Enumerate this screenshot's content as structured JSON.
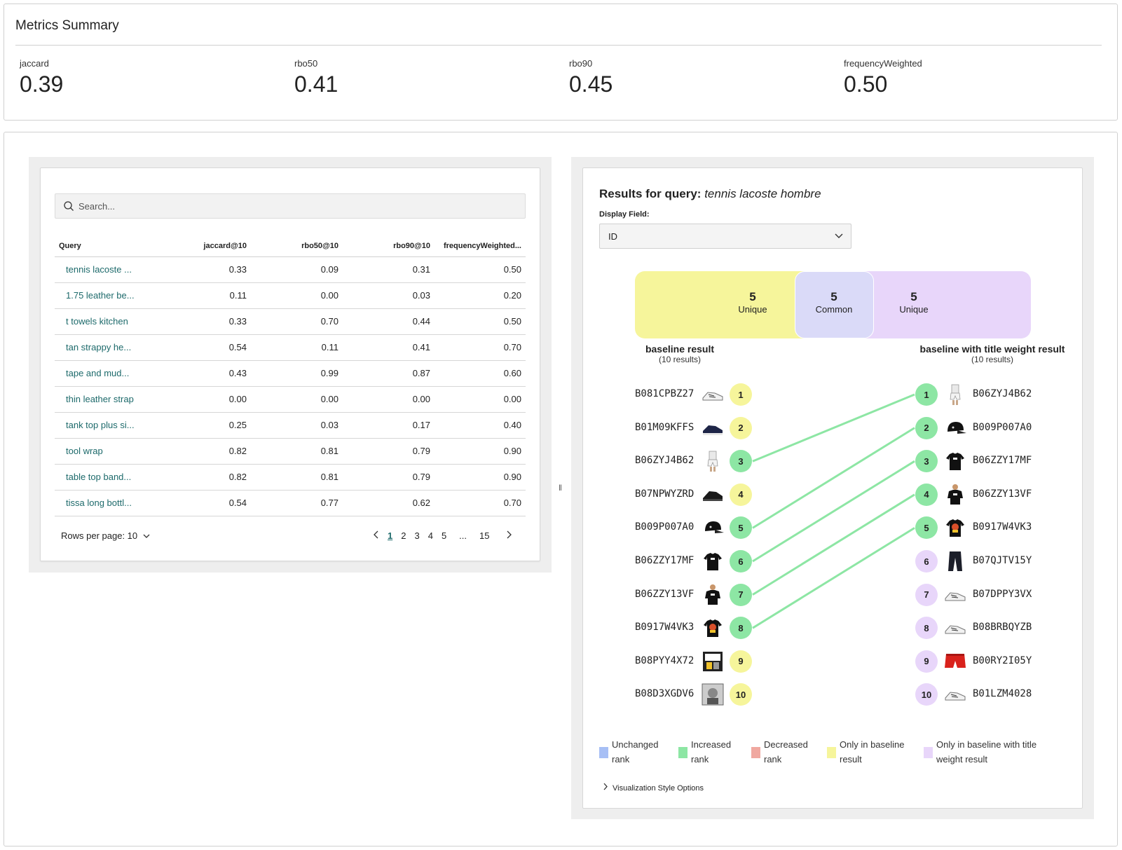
{
  "metrics_summary": {
    "title": "Metrics Summary",
    "items": [
      {
        "label": "jaccard",
        "value": "0.39"
      },
      {
        "label": "rbo50",
        "value": "0.41"
      },
      {
        "label": "rbo90",
        "value": "0.45"
      },
      {
        "label": "frequencyWeighted",
        "value": "0.50"
      }
    ]
  },
  "query_table": {
    "search_placeholder": "Search...",
    "columns": [
      "Query",
      "jaccard@10",
      "rbo50@10",
      "rbo90@10",
      "frequencyWeighted..."
    ],
    "rows": [
      [
        "tennis lacoste ...",
        "0.33",
        "0.09",
        "0.31",
        "0.50"
      ],
      [
        "1.75 leather be...",
        "0.11",
        "0.00",
        "0.03",
        "0.20"
      ],
      [
        "t towels kitchen",
        "0.33",
        "0.70",
        "0.44",
        "0.50"
      ],
      [
        "tan strappy he...",
        "0.54",
        "0.11",
        "0.41",
        "0.70"
      ],
      [
        "tape and mud...",
        "0.43",
        "0.99",
        "0.87",
        "0.60"
      ],
      [
        "thin leather strap",
        "0.00",
        "0.00",
        "0.00",
        "0.00"
      ],
      [
        "tank top plus si...",
        "0.25",
        "0.03",
        "0.17",
        "0.40"
      ],
      [
        "tool wrap",
        "0.82",
        "0.81",
        "0.79",
        "0.90"
      ],
      [
        "table top band...",
        "0.82",
        "0.81",
        "0.79",
        "0.90"
      ],
      [
        "tissa long bottl...",
        "0.54",
        "0.77",
        "0.62",
        "0.70"
      ]
    ],
    "rows_per_page": "Rows per page: 10",
    "pages": [
      "1",
      "2",
      "3",
      "4",
      "5",
      "...",
      "15"
    ],
    "current_page": "1"
  },
  "results": {
    "title_prefix": "Results for query: ",
    "query": "tennis lacoste hombre",
    "display_field_label": "Display Field:",
    "display_field_value": "ID",
    "venn": {
      "left_count": "5",
      "left_label": "Unique",
      "common_count": "5",
      "common_label": "Common",
      "right_count": "5",
      "right_label": "Unique"
    },
    "left_column": {
      "title": "baseline result",
      "subtitle": "(10 results)"
    },
    "right_column": {
      "title": "baseline with title weight result",
      "subtitle": "(10 results)"
    },
    "left_items": [
      {
        "id": "B081CPBZ27",
        "rank": "1",
        "kind": "unique",
        "thumb": "sneaker-white"
      },
      {
        "id": "B01M09KFFS",
        "rank": "2",
        "kind": "unique",
        "thumb": "sneaker-navy"
      },
      {
        "id": "B06ZYJ4B62",
        "rank": "3",
        "kind": "common",
        "thumb": "shorts-white"
      },
      {
        "id": "B07NPWYZRD",
        "rank": "4",
        "kind": "unique",
        "thumb": "sneaker-black"
      },
      {
        "id": "B009P007A0",
        "rank": "5",
        "kind": "common",
        "thumb": "cap-black"
      },
      {
        "id": "B06ZZY17MF",
        "rank": "6",
        "kind": "common",
        "thumb": "tshirt-black"
      },
      {
        "id": "B06ZZY13VF",
        "rank": "7",
        "kind": "common",
        "thumb": "tshirt-person"
      },
      {
        "id": "B0917W4VK3",
        "rank": "8",
        "kind": "common",
        "thumb": "tshirt-print"
      },
      {
        "id": "B08PYY4X72",
        "rank": "9",
        "kind": "unique",
        "thumb": "poster"
      },
      {
        "id": "B08D3XGDV6",
        "rank": "10",
        "kind": "unique",
        "thumb": "portrait"
      }
    ],
    "right_items": [
      {
        "id": "B06ZYJ4B62",
        "rank": "1",
        "kind": "common",
        "thumb": "shorts-white"
      },
      {
        "id": "B009P007A0",
        "rank": "2",
        "kind": "common",
        "thumb": "cap-black"
      },
      {
        "id": "B06ZZY17MF",
        "rank": "3",
        "kind": "common",
        "thumb": "tshirt-black"
      },
      {
        "id": "B06ZZY13VF",
        "rank": "4",
        "kind": "common",
        "thumb": "tshirt-person"
      },
      {
        "id": "B0917W4VK3",
        "rank": "5",
        "kind": "common",
        "thumb": "tshirt-print"
      },
      {
        "id": "B07QJTV15Y",
        "rank": "6",
        "kind": "unique",
        "thumb": "pants-black"
      },
      {
        "id": "B07DPPY3VX",
        "rank": "7",
        "kind": "unique",
        "thumb": "sneaker-white"
      },
      {
        "id": "B08BRBQYZB",
        "rank": "8",
        "kind": "unique",
        "thumb": "sneaker-white"
      },
      {
        "id": "B00RY2I05Y",
        "rank": "9",
        "kind": "unique",
        "thumb": "shorts-red"
      },
      {
        "id": "B01LZM4028",
        "rank": "10",
        "kind": "unique",
        "thumb": "sneaker-white"
      }
    ],
    "links": [
      [
        3,
        1
      ],
      [
        5,
        2
      ],
      [
        6,
        3
      ],
      [
        7,
        4
      ],
      [
        8,
        5
      ]
    ],
    "legend": [
      {
        "label_1": "Unchanged",
        "label_2": "rank",
        "color": "#a7bff5"
      },
      {
        "label_1": "Increased",
        "label_2": "rank",
        "color": "#8de6a4"
      },
      {
        "label_1": "Decreased",
        "label_2": "rank",
        "color": "#f0a8a0"
      },
      {
        "label_1": "Only in baseline",
        "label_2": "result",
        "color": "#f6f59b"
      },
      {
        "label_1": "Only in baseline with title",
        "label_2": "weight result",
        "color": "#e8d6fa"
      }
    ],
    "viz_options_label": "Visualization Style Options",
    "colors": {
      "increased": "#8de6a4",
      "left_unique": "#f6f59b",
      "right_unique": "#e8d6fa",
      "link": "#8de6a4"
    }
  }
}
